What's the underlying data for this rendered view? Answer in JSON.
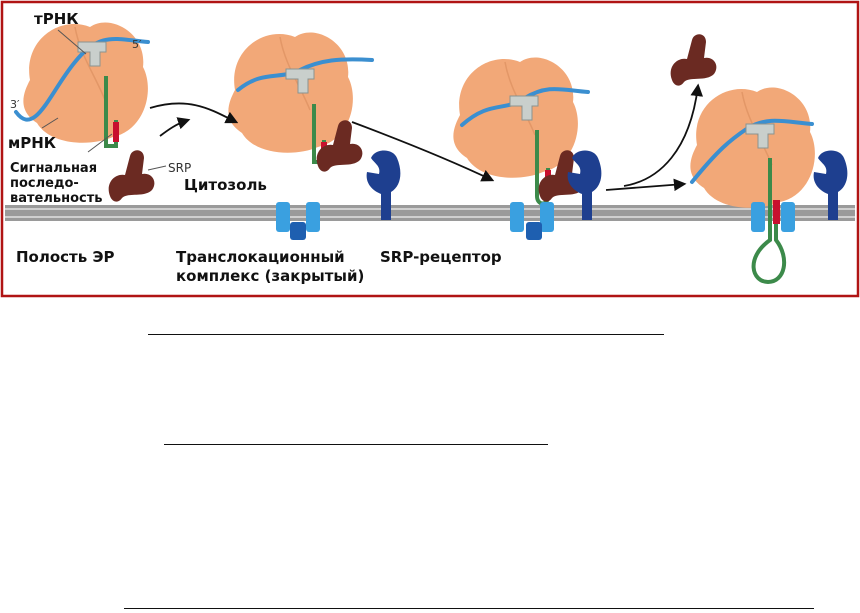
{
  "labels": {
    "trna": "тРНК",
    "five_prime": "5′",
    "three_prime": "3′",
    "mrna": "мРНК",
    "signal_seq_line1": "Сигнальная",
    "signal_seq_line2": "последо-",
    "signal_seq_line3": "вательность",
    "srp": "SRP",
    "cytosol": "Цитозоль",
    "er_lumen": "Полость ЭР",
    "translocon_line1": "Транслокационный",
    "translocon_line2": "комплекс (закрытый)",
    "srp_receptor": "SRP-рецептор"
  },
  "colors": {
    "frame": "#b01414",
    "ribosome": "#f2a878",
    "mrna": "#3b8fd0",
    "trna": "#c9cfcc",
    "peptide": "#3c8a4a",
    "signal": "#c8102e",
    "srp": "#6b2a22",
    "receptor": "#1e3f8f",
    "translocon": "#3aa0e0",
    "membrane": "#8c8c8c"
  }
}
